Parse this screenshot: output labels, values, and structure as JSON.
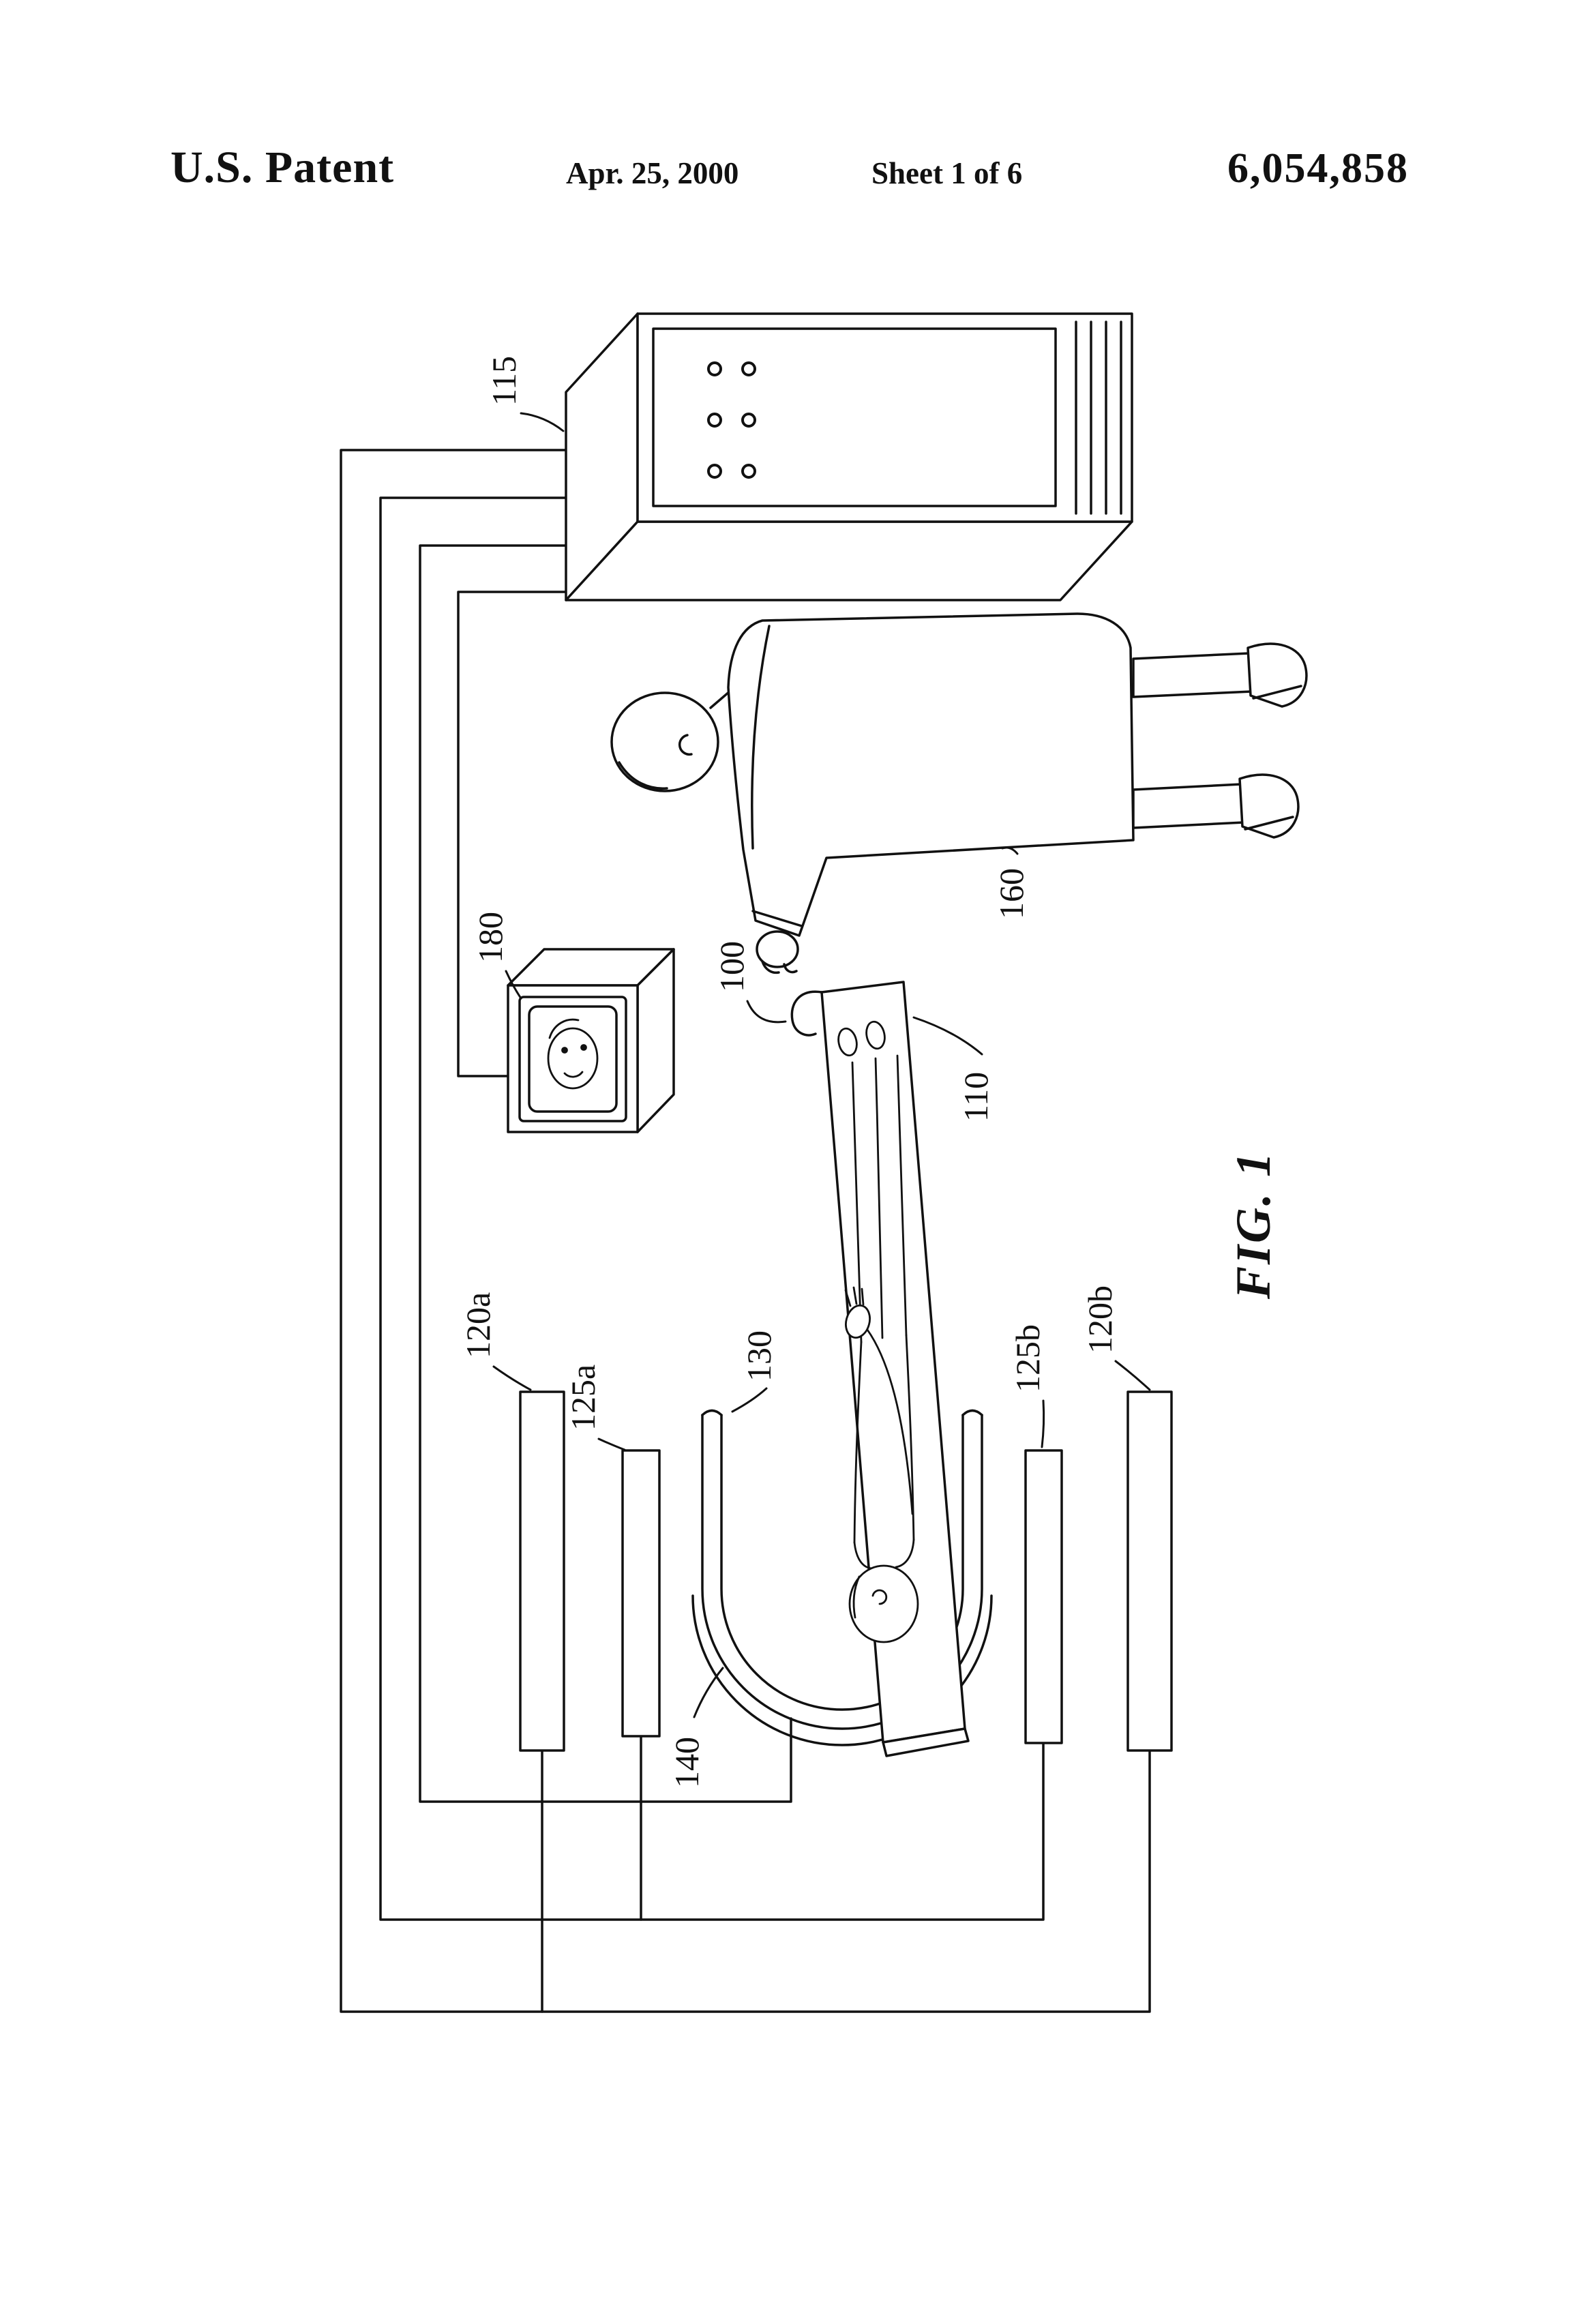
{
  "header": {
    "title": "U.S. Patent",
    "date": "Apr. 25, 2000",
    "sheet": "Sheet 1 of 6",
    "patent_number": "6,054,858"
  },
  "figure": {
    "caption": "FIG. 1",
    "labels": {
      "console": "115",
      "operator": "160",
      "monitor": "180",
      "apparatus": "100",
      "table": "110",
      "coil_120a": "120a",
      "coil_125a": "125a",
      "magnet": "130",
      "coil_125b": "125b",
      "coil_120b": "120b",
      "cryostat": "140"
    }
  },
  "colors": {
    "ink": "#111111",
    "paper": "#ffffff"
  }
}
